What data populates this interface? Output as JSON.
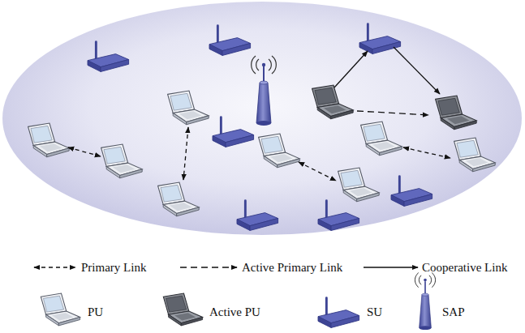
{
  "diagram": {
    "legend": [
      {
        "text": "Primary Link"
      },
      {
        "text": "Active Primary Link"
      },
      {
        "text": "Cooperative Link"
      },
      {
        "text": "PU"
      },
      {
        "text": "Active PU"
      },
      {
        "text": "SU"
      },
      {
        "text": "SAP"
      }
    ]
  }
}
